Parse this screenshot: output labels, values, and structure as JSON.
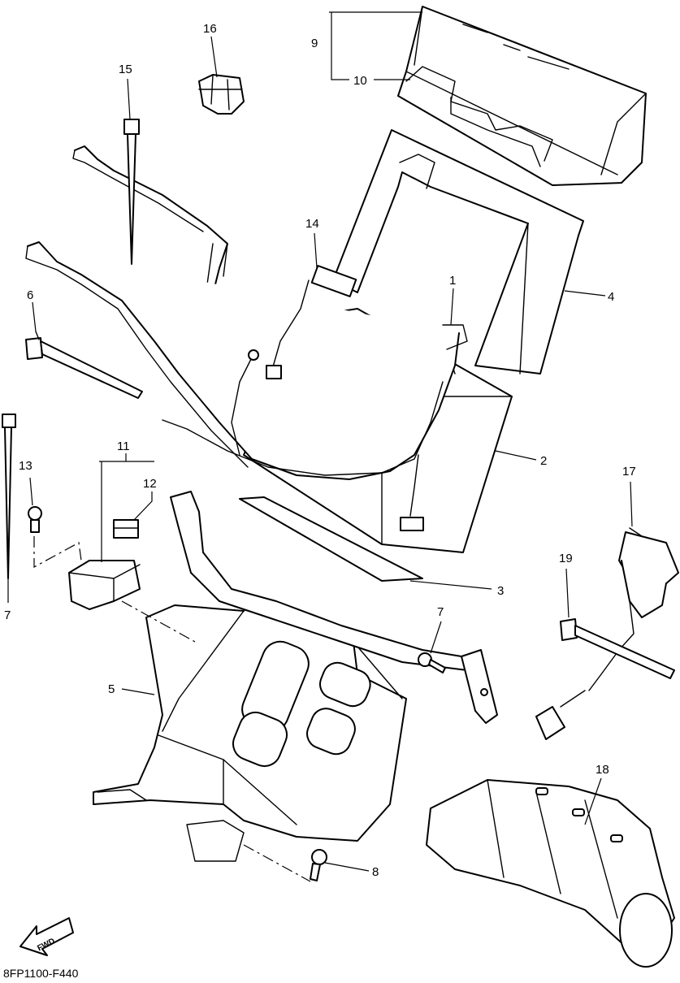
{
  "diagram": {
    "code": "8FP1100-F440",
    "fwd_label": "FWD",
    "callouts": [
      "1",
      "2",
      "3",
      "4",
      "5",
      "6",
      "7",
      "7",
      "8",
      "9",
      "10",
      "11",
      "12",
      "13",
      "14",
      "15",
      "16",
      "17",
      "18",
      "19"
    ]
  }
}
